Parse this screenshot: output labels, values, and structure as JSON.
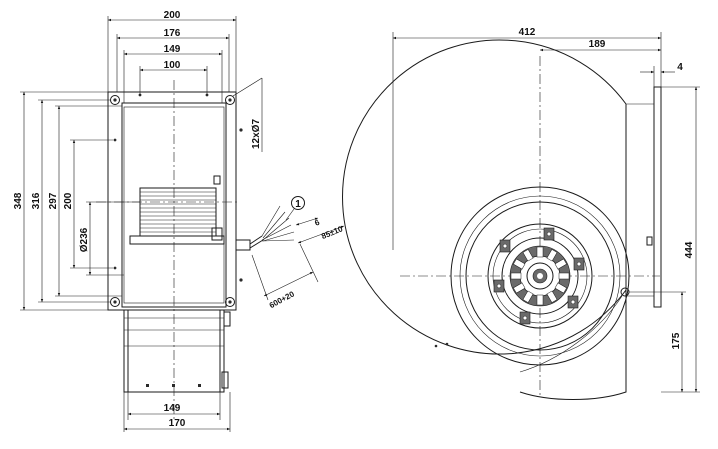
{
  "front_view": {
    "dims": {
      "w200": "200",
      "w176": "176",
      "w149_top": "149",
      "w100": "100",
      "h348": "348",
      "h316": "316",
      "h297": "297",
      "h200": "200",
      "d236": "Ø236",
      "hole": "12xØ7",
      "w149_bottom": "149",
      "w170": "170"
    },
    "cable": {
      "marker": "1",
      "strip": "6",
      "lead": "85±10",
      "length": "600+20"
    }
  },
  "side_view": {
    "dims": {
      "w412": "412",
      "w189": "189",
      "w4": "4",
      "h444": "444",
      "h175": "175"
    }
  }
}
